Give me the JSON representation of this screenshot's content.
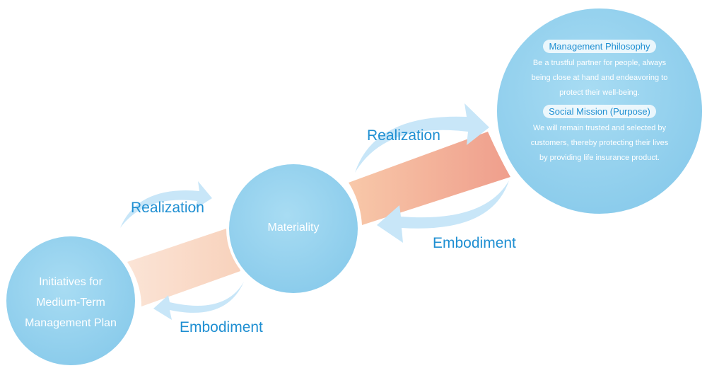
{
  "colors": {
    "circle": "#8fd0ee",
    "arrow": "#c8e6f8",
    "label": "#1f8fd2",
    "band_light": "#fbe2d3",
    "band_dark": "#f0a592"
  },
  "nodes": {
    "initiatives": {
      "lines": [
        "Initiatives for",
        "Medium-Term",
        "Management Plan"
      ]
    },
    "materiality": {
      "label": "Materiality"
    },
    "philosophy": {
      "heading1": "Management Philosophy",
      "text1": [
        "Be a trustful partner for people, always",
        "being close at hand and endeavoring to",
        "protect their well-being."
      ],
      "heading2": "Social Mission (Purpose)",
      "text2": [
        "We will remain trusted and selected by",
        "customers, thereby protecting their lives",
        "by providing life insurance product."
      ]
    }
  },
  "arrows": {
    "realization_1": "Realization",
    "embodiment_1": "Embodiment",
    "realization_2": "Realization",
    "embodiment_2": "Embodiment"
  }
}
